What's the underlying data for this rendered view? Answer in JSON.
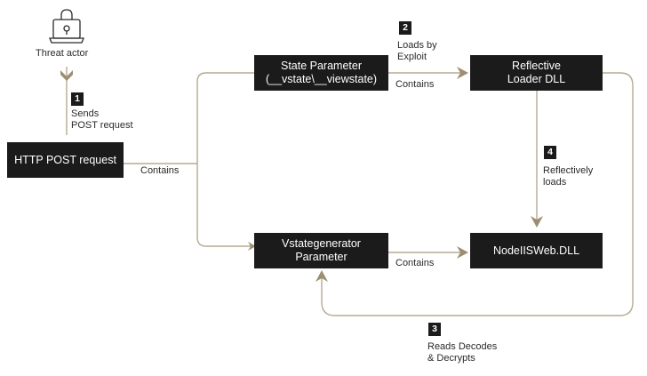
{
  "actor": {
    "label": "Threat actor",
    "icon": "laptop-lock-icon"
  },
  "nodes": {
    "http_post": "HTTP POST request",
    "state_param": "State Parameter\n(__vstate\\__viewstate)",
    "reflective_loader": "Reflective\nLoader DLL",
    "vstategenerator": "Vstategenerator\nParameter",
    "nodeiisweb": "NodeIISWeb.DLL"
  },
  "edges": {
    "contains_left": "Contains",
    "contains_top": "Contains",
    "contains_bottom": "Contains"
  },
  "steps": [
    {
      "number": "1",
      "label": "Sends\nPOST request"
    },
    {
      "number": "2",
      "label": "Loads by\nExploit"
    },
    {
      "number": "3",
      "label": "Reads Decodes\n& Decrypts"
    },
    {
      "number": "4",
      "label": "Reflectively\nloads"
    }
  ],
  "colors": {
    "box": "#1b1b1b",
    "arrow": "#9c8e72"
  }
}
